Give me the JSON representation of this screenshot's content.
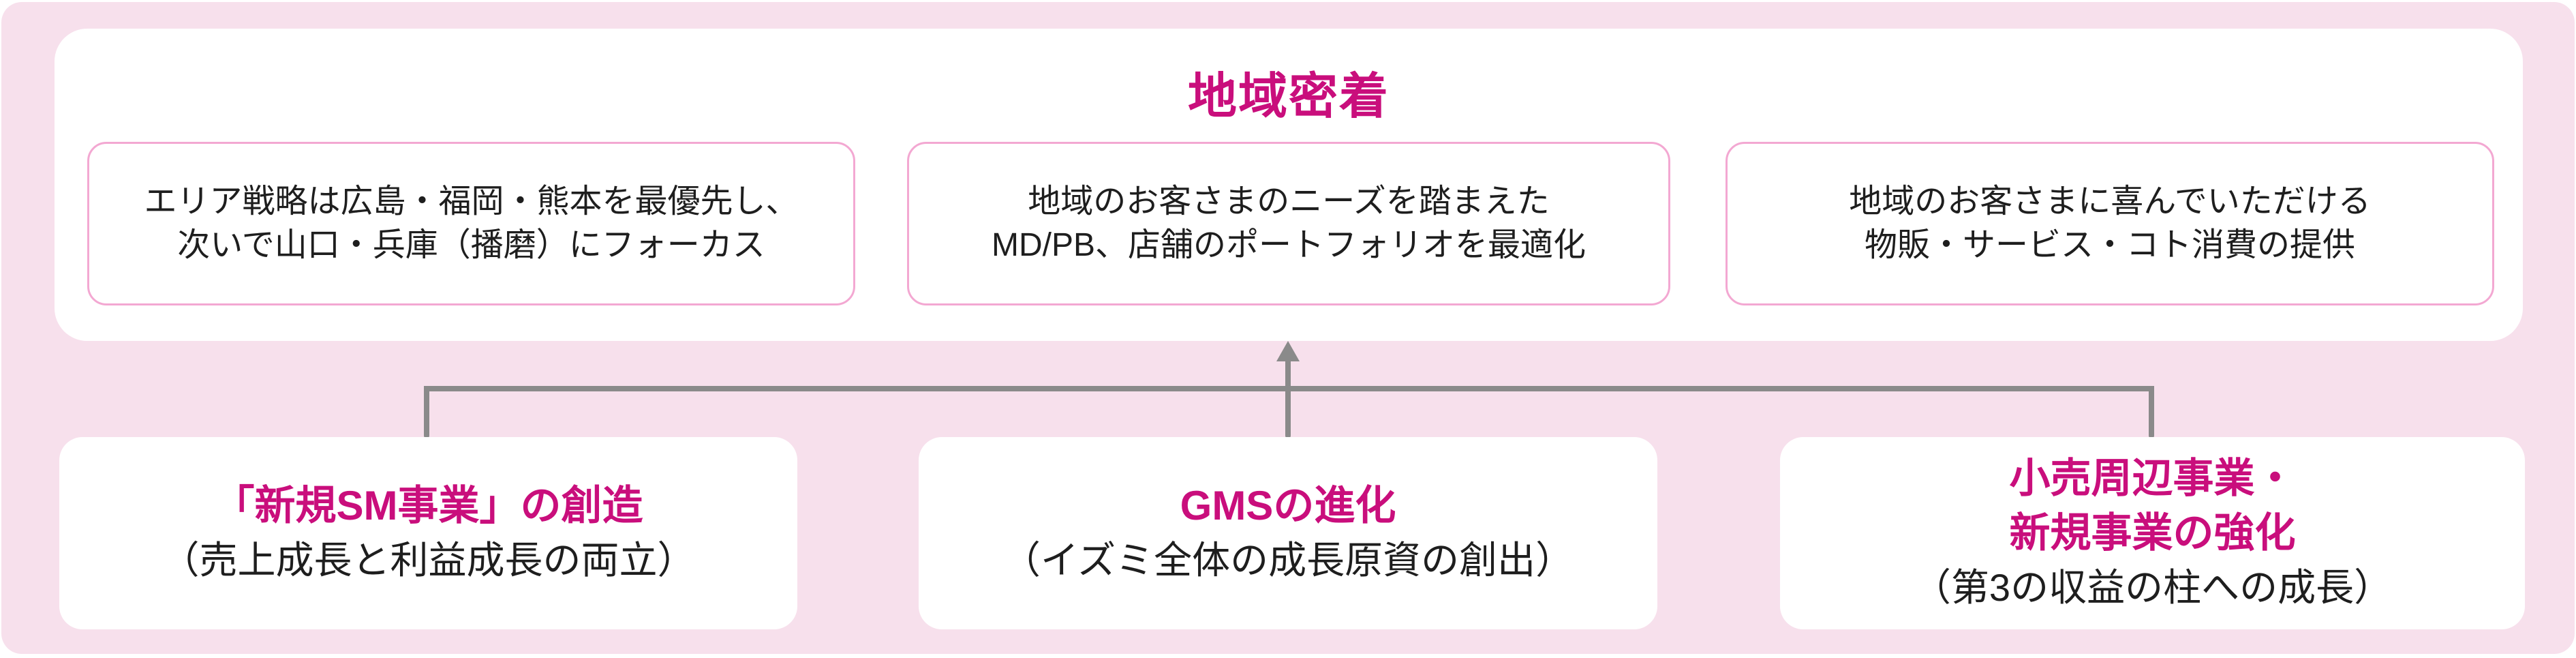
{
  "colors": {
    "magenta_accent": "#C90E7C",
    "background_pink": "#F7E0EC",
    "pillar_border_pink": "#F3A8D2",
    "connector_gray": "#8A8A8A",
    "body_text_black": "#1E1E1E"
  },
  "top_section": {
    "title": "地域密着",
    "pillars": [
      {
        "text": "エリア戦略は広島・福岡・熊本を最優先し、\n次いで山口・兵庫（播磨）にフォーカス"
      },
      {
        "text": "地域のお客さまのニーズを踏まえた\nMD/PB、店舗のポートフォリオを最適化"
      },
      {
        "text": "地域のお客さまに喜んでいただける\n物販・サービス・コト消費の提供"
      }
    ]
  },
  "bottom_section": {
    "strategies": [
      {
        "heading": "「新規SM事業」の創造",
        "sub": "（売上成長と利益成長の両立）"
      },
      {
        "heading": "GMSの進化",
        "sub": "（イズミ全体の成長原資の創出）"
      },
      {
        "heading": "小売周辺事業・\n新規事業の強化",
        "sub": "（第3の収益の柱への成長）"
      }
    ]
  }
}
